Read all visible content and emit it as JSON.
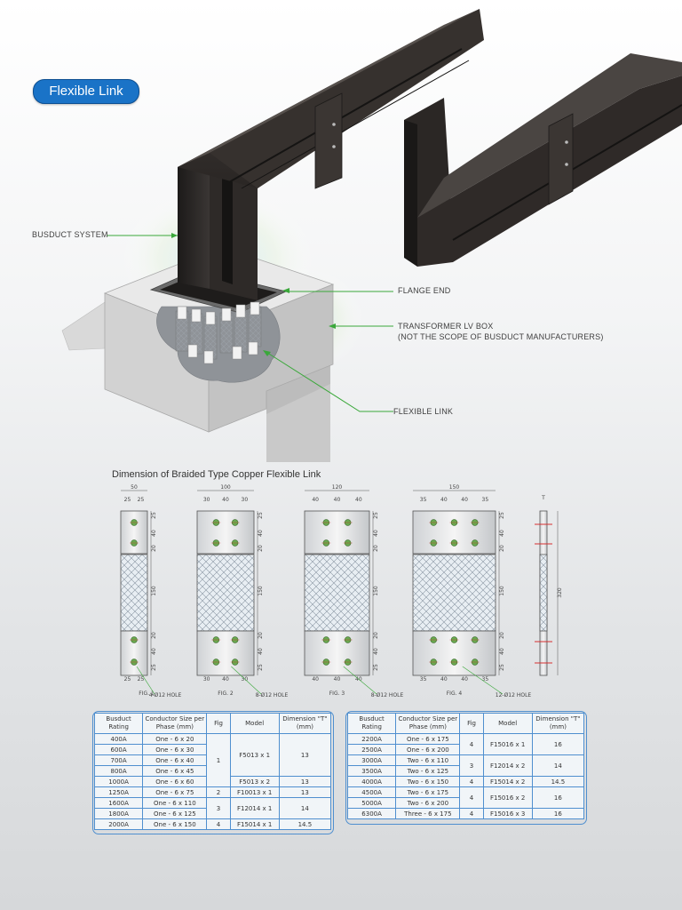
{
  "header": {
    "title": "Flexible Link"
  },
  "callouts": {
    "busduct": "BUSDUCT SYSTEM",
    "flange": "FLANGE END",
    "transformer_line1": "TRANSFORMER LV BOX",
    "transformer_line2": "(NOT THE SCOPE OF BUSDUCT MANUFACTURERS)",
    "flexible": "FLEXIBLE LINK"
  },
  "dimensions": {
    "heading": "Dimension of Braided Type Copper Flexible Link",
    "figures": [
      {
        "width_label": "50",
        "top_dims": [
          "25",
          "25"
        ],
        "bottom_dims": [
          "25",
          "25"
        ],
        "side_dims": [
          "25",
          "40",
          "20",
          "150",
          "20",
          "40",
          "25"
        ],
        "fig_label": "FIG. 1",
        "hole_label": "4-Ø12 HOLE"
      },
      {
        "width_label": "100",
        "top_dims": [
          "30",
          "40",
          "30"
        ],
        "bottom_dims": [
          "30",
          "40",
          "30"
        ],
        "side_dims": [
          "25",
          "40",
          "20",
          "150",
          "20",
          "40",
          "25"
        ],
        "fig_label": "FIG. 2",
        "hole_label": "8-Ø12 HOLE"
      },
      {
        "width_label": "120",
        "top_dims": [
          "40",
          "40",
          "40"
        ],
        "bottom_dims": [
          "40",
          "40",
          "40"
        ],
        "side_dims": [
          "25",
          "40",
          "20",
          "150",
          "20",
          "40",
          "25"
        ],
        "fig_label": "FIG. 3",
        "hole_label": "8-Ø12 HOLE"
      },
      {
        "width_label": "150",
        "top_dims": [
          "35",
          "40",
          "40",
          "35"
        ],
        "bottom_dims": [
          "35",
          "40",
          "40",
          "35"
        ],
        "side_dims": [
          "25",
          "40",
          "20",
          "150",
          "20",
          "40",
          "25"
        ],
        "fig_label": "FIG. 4",
        "hole_label": "12-Ø12 HOLE"
      }
    ],
    "side_view": {
      "thickness_label": "T",
      "height_label": "320"
    }
  },
  "tables": {
    "headers": [
      "Busduct Rating",
      "Conductor Size per Phase (mm)",
      "Fig",
      "Model",
      "Dimension \"T\" (mm)"
    ],
    "left": [
      {
        "rating": "400A",
        "conductor": "One - 6 x 20"
      },
      {
        "rating": "600A",
        "conductor": "One - 6 x 30"
      },
      {
        "rating": "700A",
        "conductor": "One - 6 x 40"
      },
      {
        "rating": "800A",
        "conductor": "One - 6 x 45"
      },
      {
        "rating": "1000A",
        "conductor": "One - 6 x 60"
      },
      {
        "rating": "1250A",
        "conductor": "One - 6 x 75"
      },
      {
        "rating": "1600A",
        "conductor": "One - 6 x 110"
      },
      {
        "rating": "1800A",
        "conductor": "One - 6 x 125"
      },
      {
        "rating": "2000A",
        "conductor": "One - 6 x 150"
      }
    ],
    "left_groups": [
      {
        "fig": "1",
        "model": "F5013 x 1",
        "dim": "13"
      },
      {
        "model": "F5013 x 2",
        "dim": "13"
      },
      {
        "fig": "2",
        "model": "F10013 x 1",
        "dim": "13"
      },
      {
        "fig": "3",
        "model": "F12014 x 1",
        "dim": "14"
      },
      {
        "fig": "4",
        "model": "F15014 x 1",
        "dim": "14.5"
      }
    ],
    "right": [
      {
        "rating": "2200A",
        "conductor": "One - 6 x 175"
      },
      {
        "rating": "2500A",
        "conductor": "One - 6 x 200"
      },
      {
        "rating": "3000A",
        "conductor": "Two - 6 x 110"
      },
      {
        "rating": "3500A",
        "conductor": "Two - 6 x 125"
      },
      {
        "rating": "4000A",
        "conductor": "Two - 6 x 150"
      },
      {
        "rating": "4500A",
        "conductor": "Two - 6 x 175"
      },
      {
        "rating": "5000A",
        "conductor": "Two - 6 x 200"
      },
      {
        "rating": "6300A",
        "conductor": "Three - 6 x 175"
      }
    ],
    "right_groups": [
      {
        "fig": "4",
        "model": "F15016 x 1",
        "dim": "16"
      },
      {
        "fig": "3",
        "model": "F12014 x 2",
        "dim": "14"
      },
      {
        "fig": "4",
        "model": "F15014 x 2",
        "dim": "14.5"
      },
      {
        "fig": "4",
        "model": "F15016 x 2",
        "dim": "16"
      },
      {
        "fig": "4",
        "model": "F15016 x 3",
        "dim": "16"
      }
    ]
  }
}
